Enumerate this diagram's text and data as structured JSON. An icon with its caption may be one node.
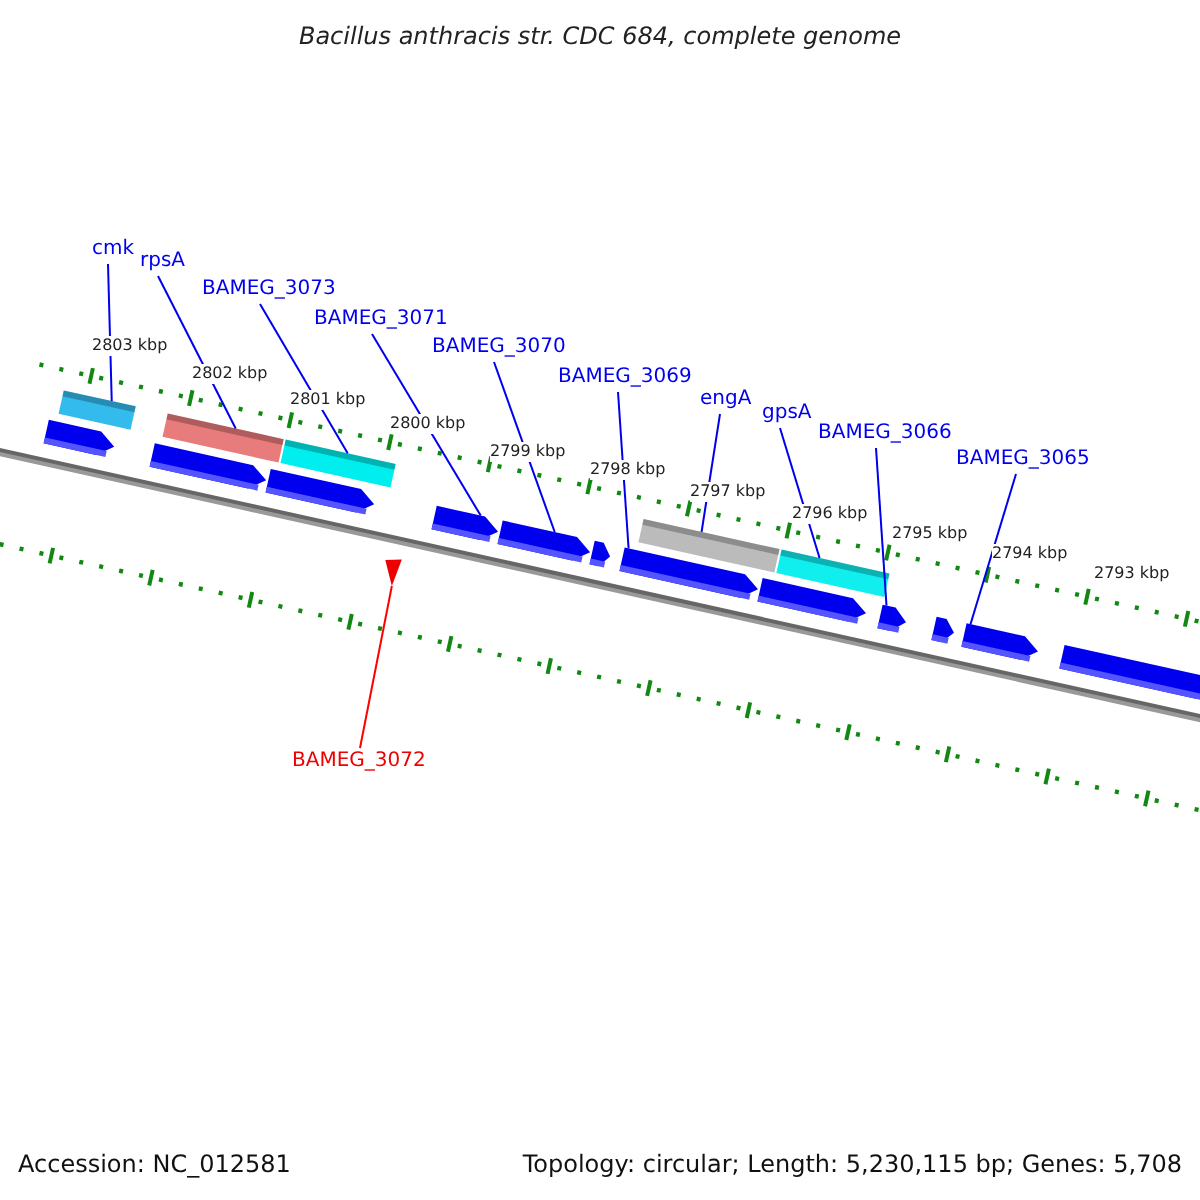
{
  "diagram": {
    "title": "Bacillus anthracis str. CDC 684, complete genome",
    "nodes": [
      {
        "text": [
          "cmk"
        ]
      },
      {
        "text": [
          "rpsA"
        ]
      },
      {
        "text": [
          "BAMEG_3073"
        ]
      },
      {
        "text": [
          "BAMEG_3071"
        ]
      },
      {
        "text": [
          "BAMEG_3070"
        ]
      },
      {
        "text": [
          "BAMEG_3069"
        ]
      },
      {
        "text": [
          "engA"
        ]
      },
      {
        "text": [
          "gpsA"
        ]
      },
      {
        "text": [
          "BAMEG_3066"
        ]
      },
      {
        "text": [
          "BAMEG_3065"
        ]
      },
      {
        "text": [
          "BAMEG_3072"
        ]
      },
      {
        "text": [],
        "shape": "pentagon"
      },
      {
        "text": [],
        "shape": "bar"
      },
      {
        "text": [],
        "shape": "pentagon"
      },
      {
        "text": [],
        "shape": "bar"
      },
      {
        "text": [],
        "shape": "pentagon"
      },
      {
        "text": [],
        "shape": "bar"
      },
      {
        "text": [],
        "shape": "triangle"
      },
      {
        "text": [],
        "shape": "pentagon"
      },
      {
        "text": [],
        "shape": "pentagon"
      },
      {
        "text": [],
        "shape": "pentagon"
      },
      {
        "text": [],
        "shape": "pentagon"
      },
      {
        "text": [],
        "shape": "bar"
      },
      {
        "text": [],
        "shape": "pentagon"
      },
      {
        "text": [],
        "shape": "bar"
      },
      {
        "text": [],
        "shape": "pentagon"
      },
      {
        "text": [],
        "shape": "pentagon"
      },
      {
        "text": [],
        "shape": "pentagon"
      },
      {
        "text": [],
        "shape": "pentagon"
      }
    ],
    "edges": [
      {
        "from": 0,
        "to": 12,
        "arrow": "none"
      },
      {
        "from": 1,
        "to": 14,
        "arrow": "none"
      },
      {
        "from": 2,
        "to": 16,
        "arrow": "none"
      },
      {
        "from": 3,
        "to": 18,
        "arrow": "none"
      },
      {
        "from": 4,
        "to": 19,
        "arrow": "none"
      },
      {
        "from": 5,
        "to": 21,
        "arrow": "none"
      },
      {
        "from": 6,
        "to": 22,
        "arrow": "none"
      },
      {
        "from": 7,
        "to": 24,
        "arrow": "none"
      },
      {
        "from": 8,
        "to": 25,
        "arrow": "none"
      },
      {
        "from": 9,
        "to": 27,
        "arrow": "none"
      },
      {
        "from": 10,
        "to": 17,
        "arrow": "none",
        "color": "#ff0000"
      }
    ],
    "labels": [
      "2803 kbp",
      "2802 kbp",
      "2801 kbp",
      "2800 kbp",
      "2799 kbp",
      "2798 kbp",
      "2797 kbp",
      "2796 kbp",
      "2795 kbp",
      "2794 kbp",
      "2793 kbp",
      "Accession: NC_012581",
      "Topology: circular; Length: 5,230,115 bp; Genes: 5,708"
    ]
  }
}
